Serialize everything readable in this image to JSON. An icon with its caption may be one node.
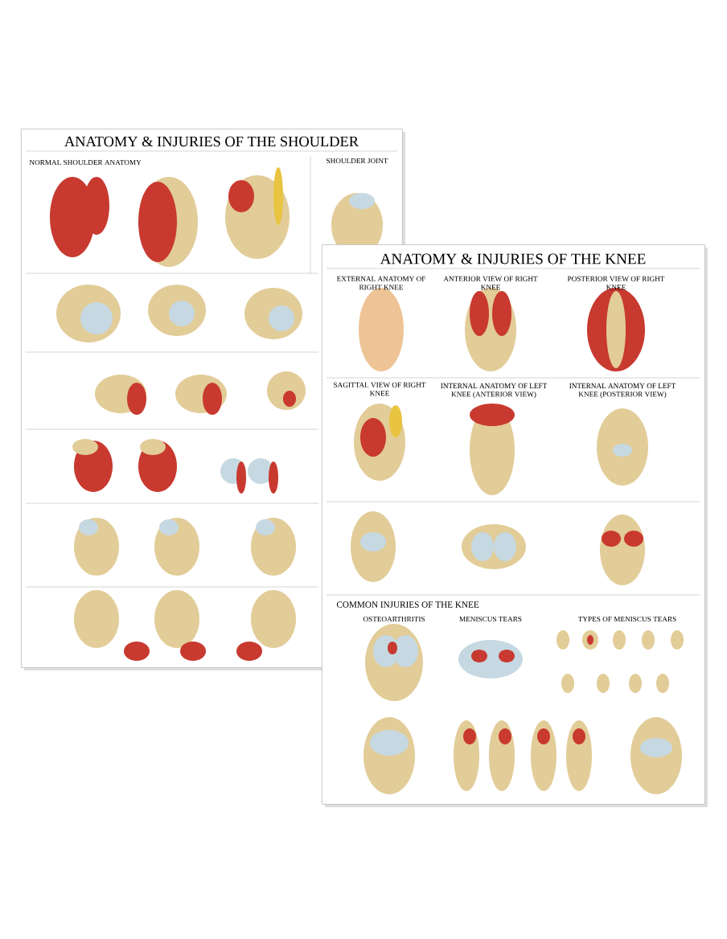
{
  "diagram": {
    "nodes": [
      {
        "text": [
          "ANATOMY & INJURIES OF THE SHOULDER"
        ]
      },
      {
        "text": [
          "ANATOMY & INJURIES OF THE KNEE"
        ]
      }
    ],
    "labels": [
      "NORMAL SHOULDER ANATOMY",
      "SHOULDER JOINT",
      "EXTERNAL ANATOMY OF RIGHT KNEE",
      "ANTERIOR VIEW OF RIGHT KNEE",
      "POSTERIOR VIEW OF RIGHT KNEE",
      "SAGITTAL VIEW OF RIGHT KNEE",
      "INTERNAL ANATOMY OF LEFT KNEE (ANTERIOR VIEW)",
      "INTERNAL ANATOMY OF LEFT KNEE (POSTERIOR VIEW)",
      "COMMON INJURIES OF THE KNEE",
      "OSTEOARTHRITIS",
      "MENISCUS TEARS",
      "TYPES OF MENISCUS TEARS"
    ]
  }
}
